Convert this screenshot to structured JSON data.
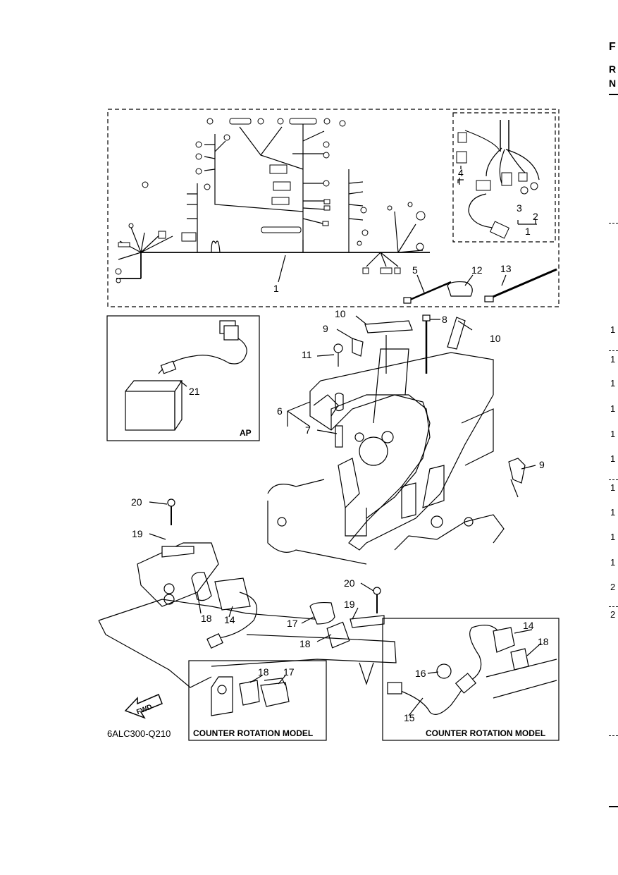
{
  "edge_letters": {
    "top": "F",
    "r": "R",
    "n": "N"
  },
  "edge_numbers": [
    "1",
    "1",
    "1",
    "1",
    "1",
    "1",
    "1",
    "1",
    "1",
    "1",
    "2",
    "2"
  ],
  "callouts": {
    "c1a": "1",
    "c1b": "1",
    "c2": "2",
    "c3": "3",
    "c4": "4",
    "c5": "5",
    "c6": "6",
    "c7": "7",
    "c8": "8",
    "c9a": "9",
    "c9b": "9",
    "c10a": "10",
    "c10b": "10",
    "c11": "11",
    "c12": "12",
    "c13": "13",
    "c14a": "14",
    "c14b": "14",
    "c15": "15",
    "c16": "16",
    "c17a": "17",
    "c17b": "17",
    "c18a": "18",
    "c18b": "18",
    "c18c": "18",
    "c18d": "18",
    "c19a": "19",
    "c19b": "19",
    "c20a": "20",
    "c20b": "20",
    "c21": "21"
  },
  "labels": {
    "ap": "AP",
    "fwd": "FWD",
    "counter_rotation_left": "COUNTER ROTATION MODEL",
    "counter_rotation_right": "COUNTER ROTATION MODEL",
    "figure_code": "6ALC300-Q210"
  }
}
